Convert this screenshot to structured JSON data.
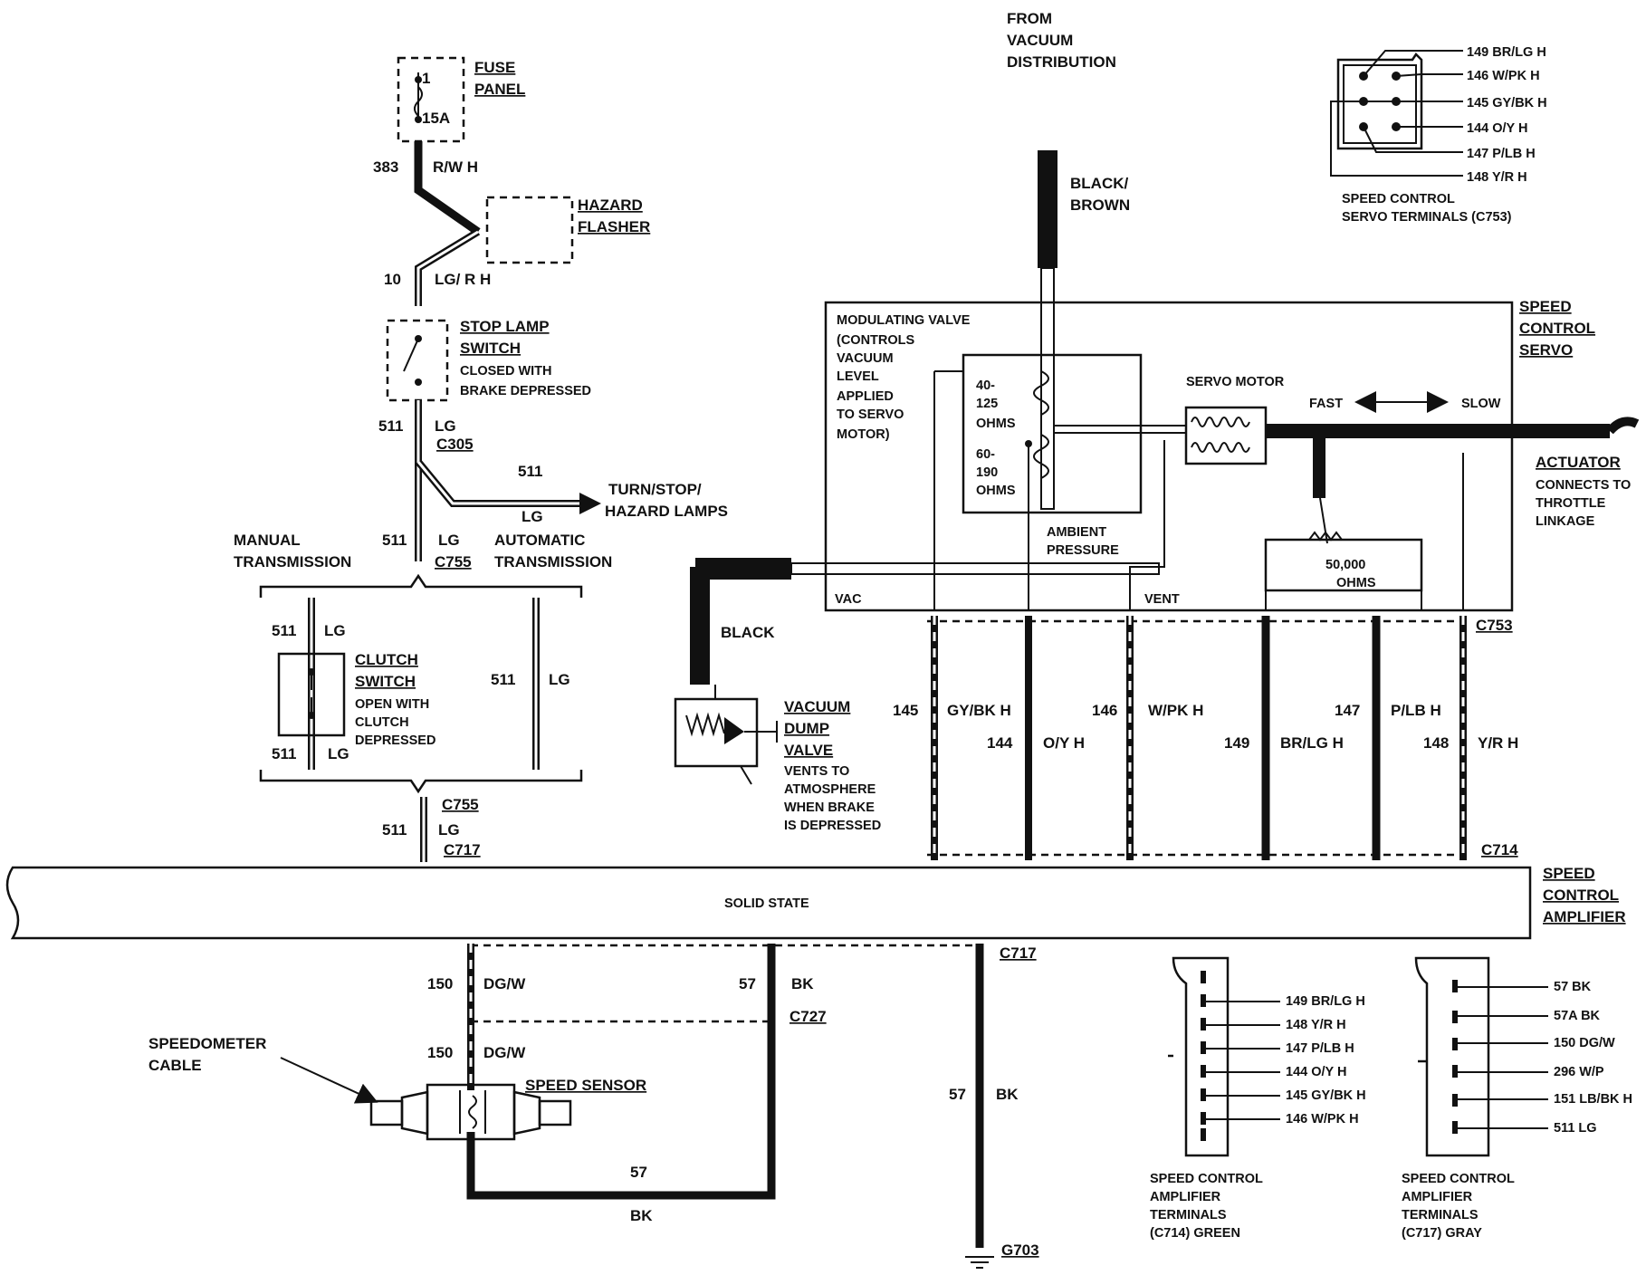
{
  "diagram": {
    "fuse_panel": {
      "title": [
        "FUSE",
        "PANEL"
      ],
      "pin": "1",
      "rating": "15A"
    },
    "hazard_flasher": {
      "title": [
        "HAZARD",
        "FLASHER"
      ]
    },
    "stop_lamp_switch": {
      "title": [
        "STOP LAMP",
        "SWITCH"
      ],
      "note": [
        "CLOSED WITH",
        "BRAKE DEPRESSED"
      ]
    },
    "clutch_switch": {
      "title": [
        "CLUTCH",
        "SWITCH"
      ],
      "note": [
        "OPEN WITH",
        "CLUTCH",
        "DEPRESSED"
      ]
    },
    "transmission": {
      "manual": [
        "MANUAL",
        "TRANSMISSION"
      ],
      "automatic": [
        "AUTOMATIC",
        "TRANSMISSION"
      ]
    },
    "turn_stop": {
      "text": [
        "TURN/STOP/",
        "HAZARD LAMPS"
      ]
    },
    "wires": {
      "w383": {
        "num": "383",
        "color": "R/W H"
      },
      "w10": {
        "num": "10",
        "color": "LG/ R H"
      },
      "w511": {
        "num": "511",
        "color": "LG"
      },
      "w150": {
        "num": "150",
        "color": "DG/W"
      },
      "w57": {
        "num": "57",
        "color": "BK"
      },
      "w145": {
        "num": "145",
        "color": "GY/BK H"
      },
      "w144": {
        "num": "144",
        "color": "O/Y H"
      },
      "w146": {
        "num": "146",
        "color": "W/PK H"
      },
      "w149": {
        "num": "149",
        "color": "BR/LG H"
      },
      "w147": {
        "num": "147",
        "color": "P/LB H"
      },
      "w148": {
        "num": "148",
        "color": "Y/R H"
      }
    },
    "connectors": {
      "c305": "C305",
      "c755": "C755",
      "c717": "C717",
      "c753": "C753",
      "c714": "C714",
      "c727": "C727",
      "g703": "G703"
    },
    "vacuum": {
      "from": [
        "FROM",
        "VACUUM",
        "DISTRIBUTION"
      ],
      "black_brown": [
        "BLACK/",
        "BROWN"
      ],
      "black": "BLACK",
      "dump_valve": [
        "VACUUM",
        "DUMP",
        "VALVE"
      ],
      "dump_note": [
        "VENTS TO",
        "ATMOSPHERE",
        "WHEN BRAKE",
        "IS DEPRESSED"
      ]
    },
    "servo": {
      "title": [
        "SPEED",
        "CONTROL",
        "SERVO"
      ],
      "mod_valve": [
        "MODULATING VALVE",
        "(CONTROLS",
        "VACUUM",
        "LEVEL",
        "APPLIED",
        "TO SERVO",
        "MOTOR)"
      ],
      "coil1": [
        "40-",
        "125",
        "OHMS"
      ],
      "coil2": [
        "60-",
        "190",
        "OHMS"
      ],
      "ambient": [
        "AMBIENT",
        "PRESSURE"
      ],
      "servo_motor": "SERVO MOTOR",
      "fast": "FAST",
      "slow": "SLOW",
      "resistor": [
        "50,000",
        "OHMS"
      ],
      "vac": "VAC",
      "vent": "VENT"
    },
    "actuator": {
      "title": "ACTUATOR",
      "note": [
        "CONNECTS TO",
        "THROTTLE",
        "LINKAGE"
      ]
    },
    "amplifier": {
      "title": [
        "SPEED",
        "CONTROL",
        "AMPLIFIER"
      ],
      "label": "SOLID STATE"
    },
    "speed_sensor": {
      "title": "SPEED SENSOR",
      "cable": [
        "SPEEDOMETER",
        "CABLE"
      ]
    },
    "servo_terminals": {
      "caption": [
        "SPEED CONTROL",
        "SERVO TERMINALS  (C753)"
      ],
      "pins": [
        "149 BR/LG H",
        "146 W/PK H",
        "145 GY/BK H",
        "144 O/Y H",
        "147 P/LB H",
        "148 Y/R H"
      ]
    },
    "amp_c714": {
      "caption": [
        "SPEED CONTROL",
        "AMPLIFIER",
        "TERMINALS",
        "(C714) GREEN"
      ],
      "pins": [
        "149 BR/LG H",
        "148 Y/R H",
        "147 P/LB H",
        "144 O/Y H",
        "145 GY/BK H",
        "146 W/PK H"
      ]
    },
    "amp_c717": {
      "caption": [
        "SPEED CONTROL",
        "AMPLIFIER",
        "TERMINALS",
        "(C717) GRAY"
      ],
      "pins": [
        "57 BK",
        "57A BK",
        "150 DG/W",
        "296 W/P",
        "151 LB/BK H",
        "511 LG"
      ]
    }
  }
}
